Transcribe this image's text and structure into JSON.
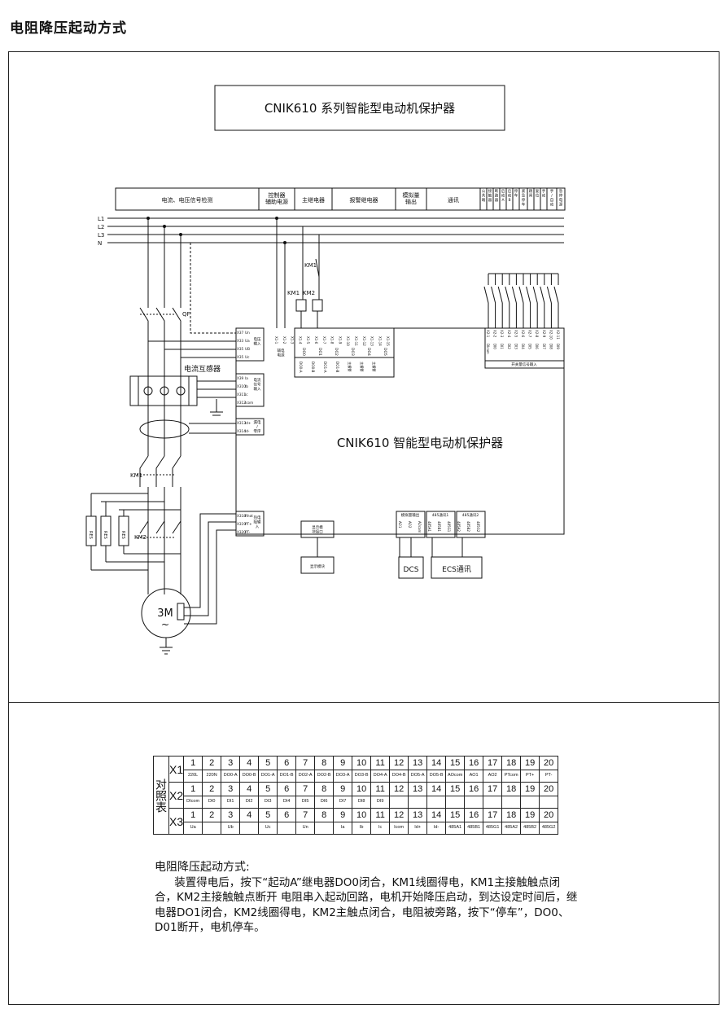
{
  "page_title": "电阻降压起动方式",
  "device_title": "CNIK610 系列智能型电动机保护器",
  "center_title": "CNIK610 智能型电动机保护器",
  "header_bar": [
    "电流、电压信号检测",
    "控制器\n辅助电源",
    "主继电器",
    "报警继电器",
    "模拟量\n输出",
    "通讯",
    "公\n共\n端",
    "接\n触\n器",
    "断\n路\n器",
    "启\n动\nA",
    "启\n动\nB",
    "停\n车",
    "紧\n急\n停\n车",
    "跳\n闸",
    "复\n位",
    "手\n动",
    "手\n/\n自\n动",
    "急\n停\n电\n源"
  ],
  "bus_labels": [
    "L1",
    "L2",
    "L3",
    "N"
  ],
  "labels": {
    "km1_top": "KM1",
    "km1_coil": "KM1",
    "km2_coil": "KM2",
    "qf": "QF",
    "ct": "电流互感器",
    "km1_main": "KM1",
    "km2_main": "KM2",
    "res": [
      "RES",
      "RES",
      "RES"
    ],
    "motor": "3M",
    "motor_tilde": "~",
    "dcs": "DCS",
    "ecs": "ECS通讯",
    "display_module": "显示模块",
    "display_port": "显示模\n块接口",
    "group_voltage": "电压\n输入",
    "group_current": "电流\n信号\n输入",
    "group_leak": "漏电\n/\n零序",
    "group_thermal": "热电\n阻输\n入",
    "group_aux": "辅电\n电源",
    "group_switch": "开关量信号输入",
    "group_analog": "模拟量输出",
    "group_485a": "485通讯1",
    "group_485b": "485通讯2"
  },
  "left_terminals": {
    "voltage": [
      [
        "X37",
        "Un"
      ],
      [
        "X33",
        "Ua"
      ],
      [
        "X35",
        "UB"
      ],
      [
        "X35",
        "Uc"
      ]
    ],
    "current": [
      [
        "X39",
        "Ia"
      ],
      [
        "X310",
        "Ib"
      ],
      [
        "X311",
        "Ic"
      ],
      [
        "X312",
        "Icom"
      ]
    ],
    "leak": [
      [
        "X313",
        "Id+"
      ],
      [
        "X314",
        "Id-"
      ]
    ],
    "thermal": [
      [
        "X318",
        "Rhot"
      ],
      [
        "X319",
        "PT+"
      ],
      [
        "X320",
        "PT-"
      ]
    ]
  },
  "top_terminals_left": [
    "X1-1",
    "X1-2",
    "X1-3",
    "X1-4",
    "X1-5",
    "X1-6",
    "X1-7",
    "X1-8",
    "X1-9",
    "X1-10",
    "X1-11",
    "X1-12",
    "X1-13",
    "X1-14",
    "X1-15"
  ],
  "relay_labels": [
    "DO0",
    "DO1",
    "DO2",
    "DO3",
    "DO4",
    "DO5"
  ],
  "relay_sub": [
    "DO0-A",
    "DO0-B",
    "DO1-A",
    "DO1-B",
    "主报警",
    "主报警",
    "主报警"
  ],
  "top_terminals_right": [
    "X2-1",
    "X2-2",
    "X2-3",
    "X2-4",
    "X2-5",
    "X2-6",
    "X2-7",
    "X2-8",
    "X2-9",
    "X2-10",
    "X2-11"
  ],
  "switch_inputs": [
    "DIcom",
    "DI0",
    "DI1",
    "DI2",
    "DI3",
    "DI4",
    "DI5",
    "DI6",
    "DI7",
    "DI8",
    "DI9"
  ],
  "bottom_terminals": [
    "AO1",
    "AO2",
    "AOcom",
    "485A1",
    "485B1",
    "485G1",
    "485A2",
    "485B2",
    "485G2"
  ],
  "table": {
    "group_label": "对照表",
    "rows": [
      {
        "name": "X1",
        "nums": [
          "1",
          "2",
          "3",
          "4",
          "5",
          "6",
          "7",
          "8",
          "9",
          "10",
          "11",
          "12",
          "13",
          "14",
          "15",
          "16",
          "17",
          "18",
          "19",
          "20"
        ],
        "labels": [
          "220L",
          "220N",
          "DO0-A",
          "DO0-B",
          "DO1-A",
          "DO1-B",
          "DO2-A",
          "DO2-B",
          "DO3-A",
          "DO3-B",
          "DO4-A",
          "DO4-B",
          "DO5-A",
          "DO5-B",
          "AOcom",
          "AO1",
          "AO2",
          "PTcom",
          "PT+",
          "PT-"
        ]
      },
      {
        "name": "X2",
        "nums": [
          "1",
          "2",
          "3",
          "4",
          "5",
          "6",
          "7",
          "8",
          "9",
          "10",
          "11",
          "12",
          "13",
          "14",
          "15",
          "16",
          "17",
          "18",
          "19",
          "20"
        ],
        "labels": [
          "DIcom",
          "DI0",
          "DI1",
          "DI2",
          "DI3",
          "DI4",
          "DI5",
          "DI6",
          "DI7",
          "DI8",
          "DI9",
          "",
          "",
          "",
          "",
          "",
          "",
          "",
          "",
          ""
        ]
      },
      {
        "name": "X3",
        "nums": [
          "1",
          "2",
          "3",
          "4",
          "5",
          "6",
          "7",
          "8",
          "9",
          "10",
          "11",
          "12",
          "13",
          "14",
          "15",
          "16",
          "17",
          "18",
          "19",
          "20"
        ],
        "labels": [
          "Ua",
          "",
          "Ub",
          "",
          "Uc",
          "",
          "Un",
          "",
          "Ia",
          "Ib",
          "Ic",
          "Icom",
          "Id+",
          "Id-",
          "485A1",
          "485B1",
          "485G1",
          "485A2",
          "485B2",
          "485G2"
        ]
      }
    ]
  },
  "description": {
    "title": "电阻降压起动方式:",
    "body": "装置得电后，按下“起动A”继电器DO0闭合，KM1线圈得电，KM1主接触触点闭合，KM2主接触触点断开 电阻串入起动回路，电机开始降压启动，到达设定时间后，继电器DO1闭合，KM2线圈得电，KM2主触点闭合，电阻被旁路，按下“停车”，DO0、D01断开，电机停车。"
  }
}
